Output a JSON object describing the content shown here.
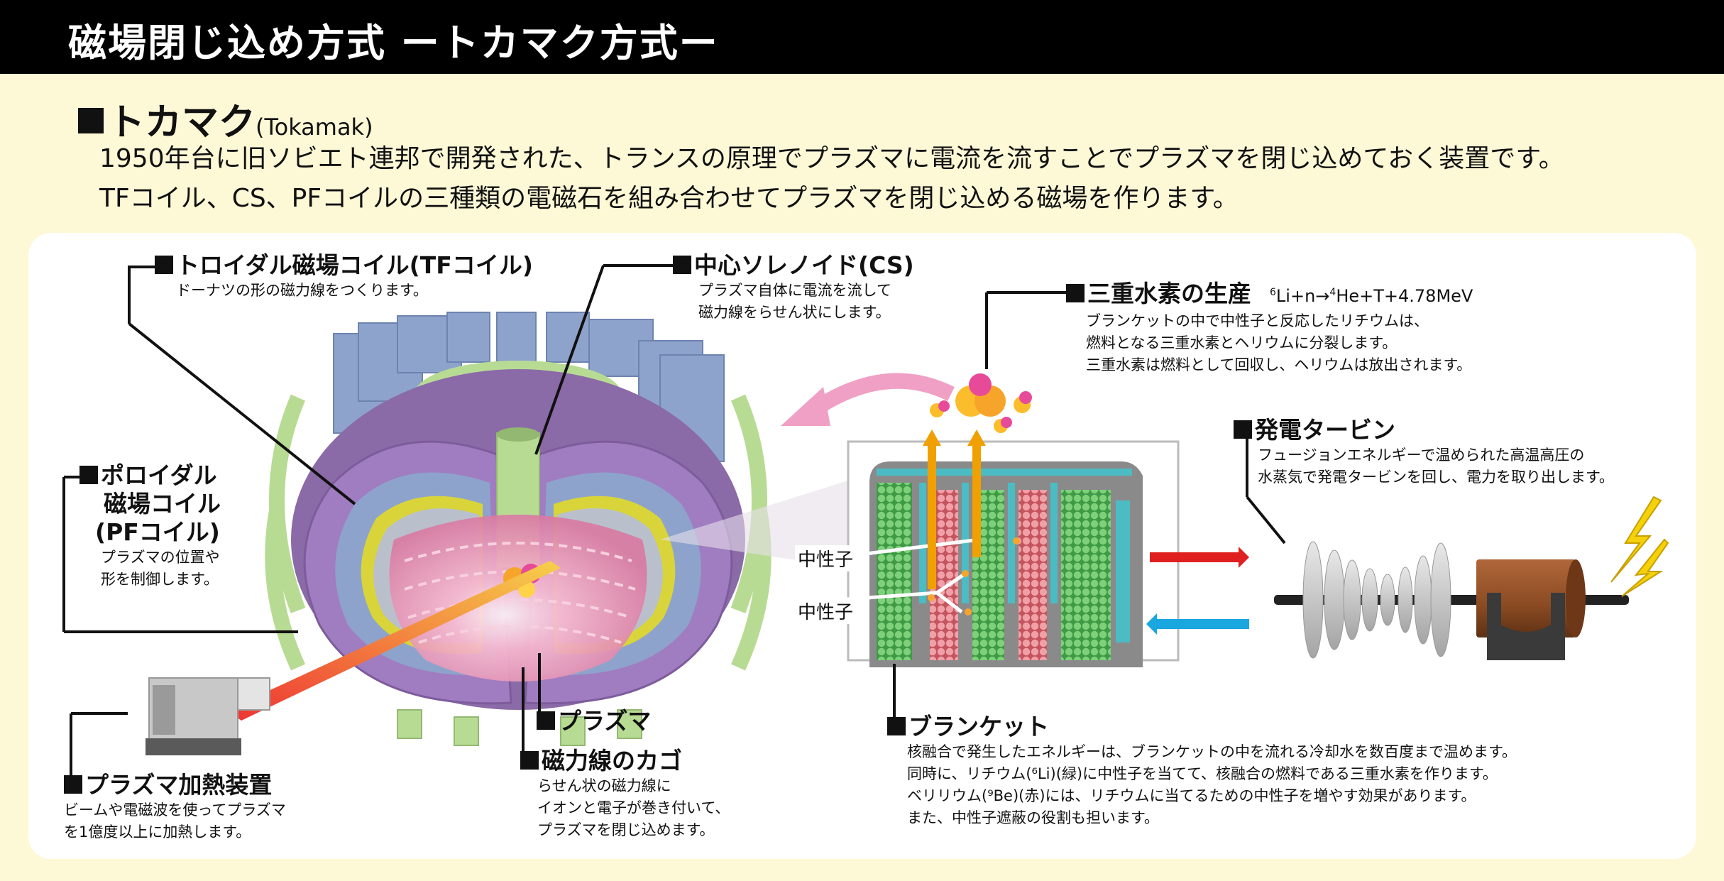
{
  "header": {
    "title": "磁場閉じ込め方式 ートカマク方式ー"
  },
  "section": {
    "title": "トカマク",
    "title_en": "(Tokamak)",
    "intro_lines": [
      "1950年台に旧ソビエト連邦で開発された、トランスの原理でプラズマに電流を流すことでプラズマを閉じ込めておく装置です。",
      "TFコイル、CS、PFコイルの三種類の電磁石を組み合わせてプラズマを閉じ込める磁場を作ります。"
    ]
  },
  "labels": {
    "tf_coil": {
      "title": "トロイダル磁場コイル(TFコイル)",
      "desc": [
        "ドーナツの形の磁力線をつくります。"
      ]
    },
    "cs": {
      "title": "中心ソレノイド(CS)",
      "desc": [
        "プラズマ自体に電流を流して",
        "磁力線をらせん状にします。"
      ]
    },
    "pf_coil": {
      "title_lines": [
        "ポロイダル",
        "磁場コイル",
        "(PFコイル)"
      ],
      "desc": [
        "プラズマの位置や",
        "形を制御します。"
      ]
    },
    "heating": {
      "title": "プラズマ加熱装置",
      "desc": [
        "ビームや電磁波を使ってプラズマ",
        "を1億度以上に加熱します。"
      ]
    },
    "plasma": {
      "title": "プラズマ"
    },
    "cage": {
      "title": "磁力線のカゴ",
      "desc": [
        "らせん状の磁力線に",
        "イオンと電子が巻き付いて、",
        "プラズマを閉じ込めます。"
      ]
    },
    "tritium": {
      "title": "三重水素の生産",
      "equation": {
        "li_mass": "6",
        "li_part": "Li+n→",
        "he_mass": "4",
        "rest": "He+T+4.78MeV"
      },
      "desc": [
        "ブランケットの中で中性子と反応したリチウムは、",
        "燃料となる三重水素とヘリウムに分裂します。",
        "三重水素は燃料として回収し、ヘリウムは放出されます。"
      ]
    },
    "turbine": {
      "title": "発電タービン",
      "desc": [
        "フュージョンエネルギーで温められた高温高圧の",
        "水蒸気で発電タービンを回し、電力を取り出します。"
      ]
    },
    "blanket": {
      "title": "ブランケット",
      "desc": [
        "核融合で発生したエネルギーは、ブランケットの中を流れる冷却水を数百度まで温めます。",
        "同時に、リチウム(⁶Li)(緑)に中性子を当てて、核融合の燃料である三重水素を作ります。",
        "ベリリウム(⁹Be)(赤)には、リチウムに当てるための中性子を増やす効果があります。",
        "また、中性子遮蔽の役割も担います。"
      ]
    },
    "neutron_1": "中性子",
    "neutron_2": "中性子"
  },
  "colors": {
    "background": "#fdf8d6",
    "header": "#000000",
    "tf_coil": "#a07cc0",
    "pf_coil": "#b8db94",
    "vacuum_vessel": "#8ea3cc",
    "plasma": "#f2a8c4",
    "lithium": "#6cc46a",
    "beryllium": "#e88e94",
    "coolant": "#4cbcc4",
    "hot_water_arrow": "#e02020",
    "cold_water_arrow": "#1aa6de",
    "tritium_arrow": "#f0a000",
    "generator": "#8a4a22"
  }
}
